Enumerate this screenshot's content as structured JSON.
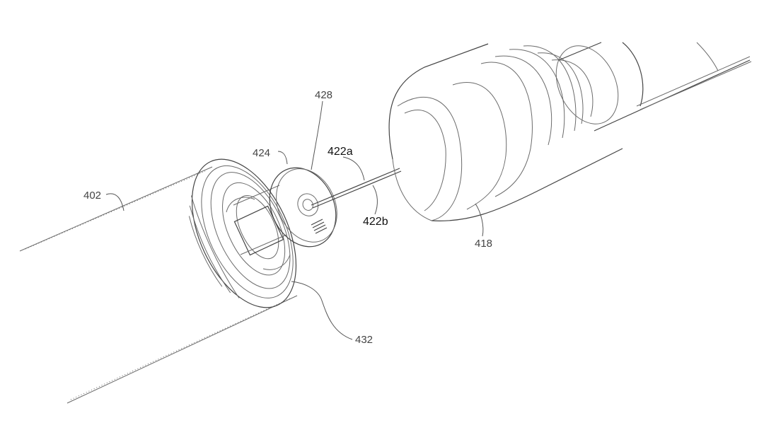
{
  "labels": {
    "l402": "402",
    "l424": "424",
    "l428": "428",
    "l422a": "422a",
    "l422b": "422b",
    "l418": "418",
    "l432": "432"
  },
  "colors": {
    "line": "#6b6b6b",
    "text": "#1a1a1a",
    "background": "#ffffff"
  }
}
